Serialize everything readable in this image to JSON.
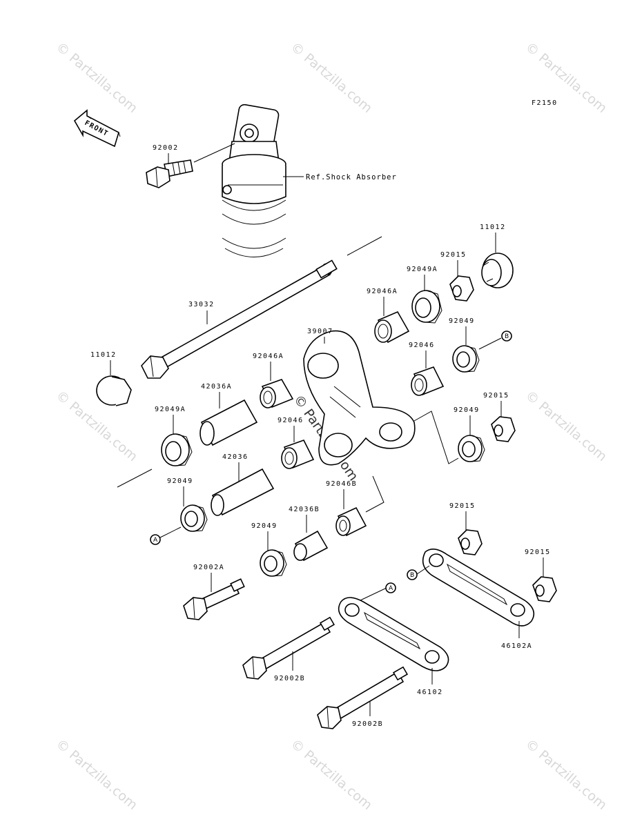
{
  "figure_code": "F2150",
  "front_label": "FRONT",
  "watermark_text": "© Partzilla.com",
  "ref_label": "Ref.Shock Absorber",
  "callout_markers": {
    "a": "A",
    "b": "B"
  },
  "parts": {
    "p92002": "92002",
    "p33032": "33032",
    "p11012_right": "11012",
    "p11012_left": "11012",
    "p92015_top": "92015",
    "p92049A_top": "92049A",
    "p92046A_top": "92046A",
    "p39007": "39007",
    "p92049_right": "92049",
    "p92046_right": "92046",
    "p92046A_mid": "92046A",
    "p42036A": "42036A",
    "p92049A_left": "92049A",
    "p92046_mid": "92046",
    "p92015_mid": "92015",
    "p92049_mid": "92049",
    "p42036": "42036",
    "p92049_left": "92049",
    "p92046B": "92046B",
    "p42036B": "42036B",
    "p92049_low": "92049",
    "p92015_low": "92015",
    "p92015_far": "92015",
    "p92002A": "92002A",
    "p92002B_a": "92002B",
    "p46102A": "46102A",
    "p46102": "46102",
    "p92002B_b": "92002B"
  },
  "colors": {
    "line": "#000000",
    "background": "#ffffff",
    "watermark": "#d8d8d8"
  }
}
